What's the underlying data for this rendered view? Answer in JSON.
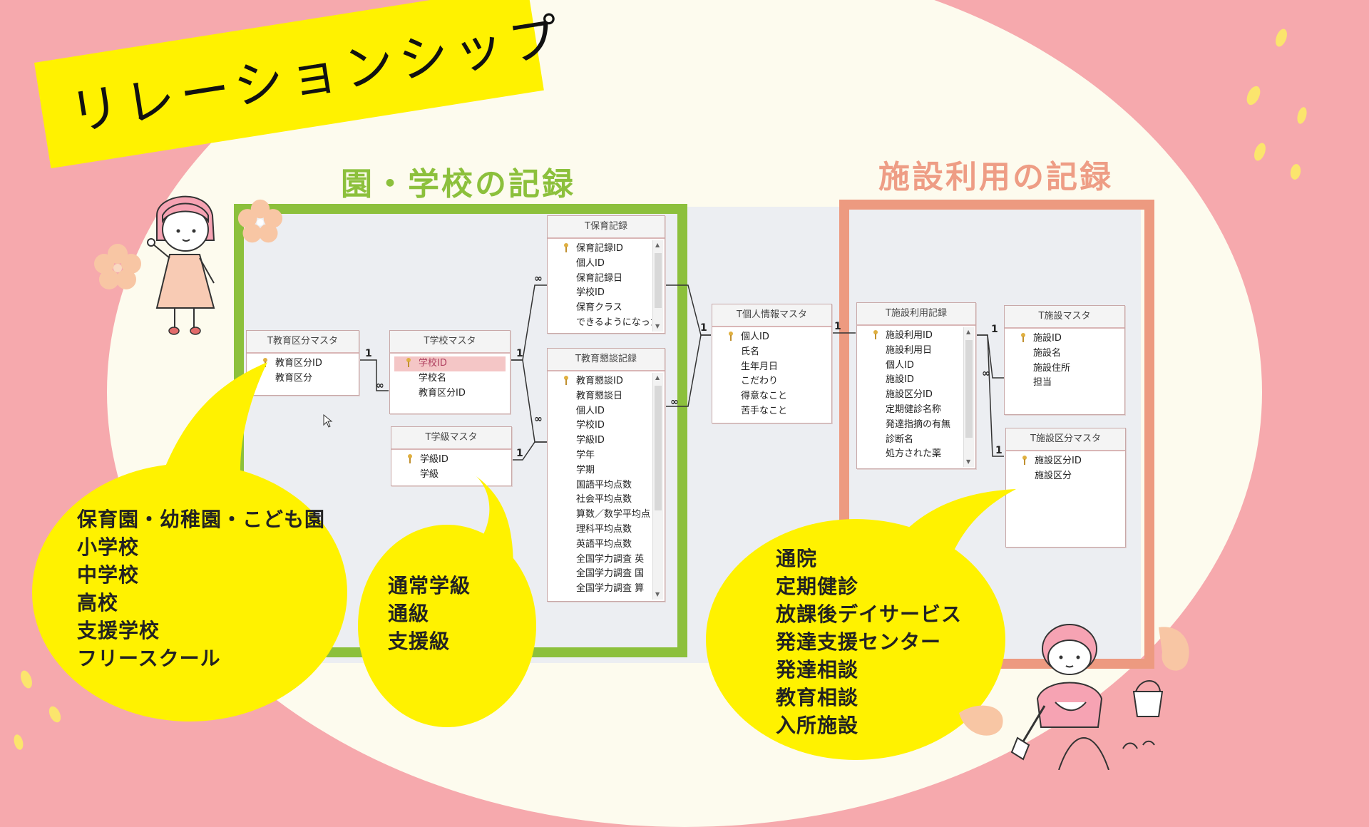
{
  "banner": {
    "title": "リレーションシップ"
  },
  "sections": {
    "school_title": "園・学校の記録",
    "facility_title": "施設利用の記録"
  },
  "tables": {
    "kyoiku_kubun": {
      "title": "T教育区分マスタ",
      "fields": [
        "教育区分ID",
        "教育区分"
      ]
    },
    "gakko": {
      "title": "T学校マスタ",
      "fields": [
        "学校ID",
        "学校名",
        "教育区分ID"
      ]
    },
    "gakkyu": {
      "title": "T学級マスタ",
      "fields": [
        "学級ID",
        "学級"
      ]
    },
    "hoiku": {
      "title": "T保育記録",
      "fields": [
        "保育記録ID",
        "個人ID",
        "保育記録日",
        "学校ID",
        "保育クラス",
        "できるようになったこ"
      ]
    },
    "kyoiku_kondan": {
      "title": "T教育懇談記録",
      "fields": [
        "教育懇談ID",
        "教育懇談日",
        "個人ID",
        "学校ID",
        "学級ID",
        "学年",
        "学期",
        "国語平均点数",
        "社会平均点数",
        "算数／数学平均点",
        "理科平均点数",
        "英語平均点数",
        "全国学力調査 英",
        "全国学力調査 国",
        "全国学力調査 算"
      ]
    },
    "kojin": {
      "title": "T個人情報マスタ",
      "fields": [
        "個人ID",
        "氏名",
        "生年月日",
        "こだわり",
        "得意なこと",
        "苦手なこと"
      ]
    },
    "shisetsu_riyo": {
      "title": "T施設利用記録",
      "fields": [
        "施設利用ID",
        "施設利用日",
        "個人ID",
        "施設ID",
        "施設区分ID",
        "定期健診名称",
        "発達指摘の有無",
        "診断名",
        "処方された薬"
      ]
    },
    "shisetsu": {
      "title": "T施設マスタ",
      "fields": [
        "施設ID",
        "施設名",
        "施設住所",
        "担当"
      ]
    },
    "shisetsu_kubun": {
      "title": "T施設区分マスタ",
      "fields": [
        "施設区分ID",
        "施設区分"
      ]
    }
  },
  "bubbles": {
    "school_types": [
      "保育園・幼稚園・こども園",
      "小学校",
      "中学校",
      "高校",
      "支援学校",
      "フリースクール"
    ],
    "class_types": [
      "通常学級",
      "通級",
      "支援級"
    ],
    "facility_types": [
      "通院",
      "定期健診",
      "放課後デイサービス",
      "発達支援センター",
      "発達相談",
      "教育相談",
      "入所施設"
    ]
  },
  "relations": {
    "one": "1",
    "many": "∞"
  },
  "colors": {
    "green": "#8cc03c",
    "salmon": "#ed9a80",
    "yellow": "#fff200",
    "pink": "#f6a9ad",
    "cream": "#fdfbee"
  }
}
